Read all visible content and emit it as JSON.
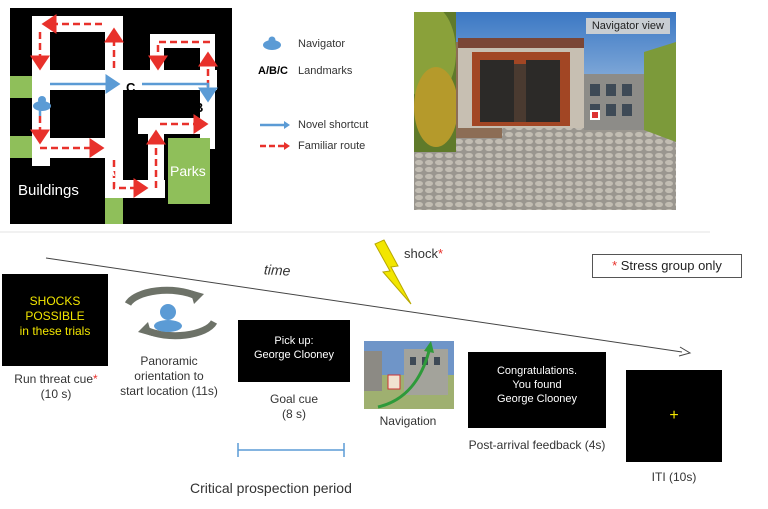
{
  "map": {
    "landmarks": {
      "a": "A",
      "b": "B",
      "c": "C"
    },
    "buildings_label": "Buildings",
    "parks_label": "Parks"
  },
  "legend": {
    "navigator": "Navigator",
    "landmarks_key": "A/B/C",
    "landmarks": "Landmarks",
    "novel_shortcut": "Novel shortcut",
    "familiar_route": "Familiar route"
  },
  "view": {
    "label": "Navigator view"
  },
  "timeline": {
    "time_label": "time",
    "shock_label": "shock",
    "stress_note": "Stress group only",
    "asterisk": "*"
  },
  "steps": {
    "threat": {
      "screen": [
        "SHOCKS",
        "POSSIBLE",
        "in these trials"
      ],
      "caption": "Run threat cue",
      "duration": "(10 s)"
    },
    "orientation": {
      "caption": [
        "Panoramic",
        "orientation to",
        "start location (11s)"
      ]
    },
    "goal": {
      "screen": [
        "Pick up:",
        "George Clooney"
      ],
      "caption": "Goal cue",
      "duration": "(8 s)"
    },
    "navigation": {
      "caption": "Navigation"
    },
    "feedback": {
      "screen": [
        "Congratulations.",
        "You found",
        "George Clooney"
      ],
      "caption": "Post-arrival feedback (4s)"
    },
    "iti": {
      "screen": "+",
      "caption": "ITI (10s)"
    }
  },
  "prospection": {
    "label": "Critical prospection period"
  },
  "colors": {
    "route_red": "#e8312b",
    "shortcut_blue": "#5b9bd5",
    "park_green": "#8fbf5a",
    "threat_yellow": "#f2e600"
  }
}
